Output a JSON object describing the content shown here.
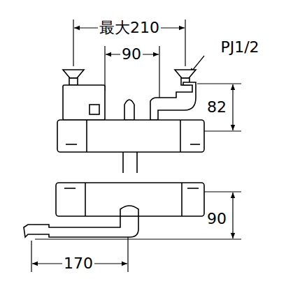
{
  "diagram": {
    "labels": [
      "最大210",
      "90",
      "PJ1/2",
      "82",
      "90",
      "170"
    ]
  }
}
